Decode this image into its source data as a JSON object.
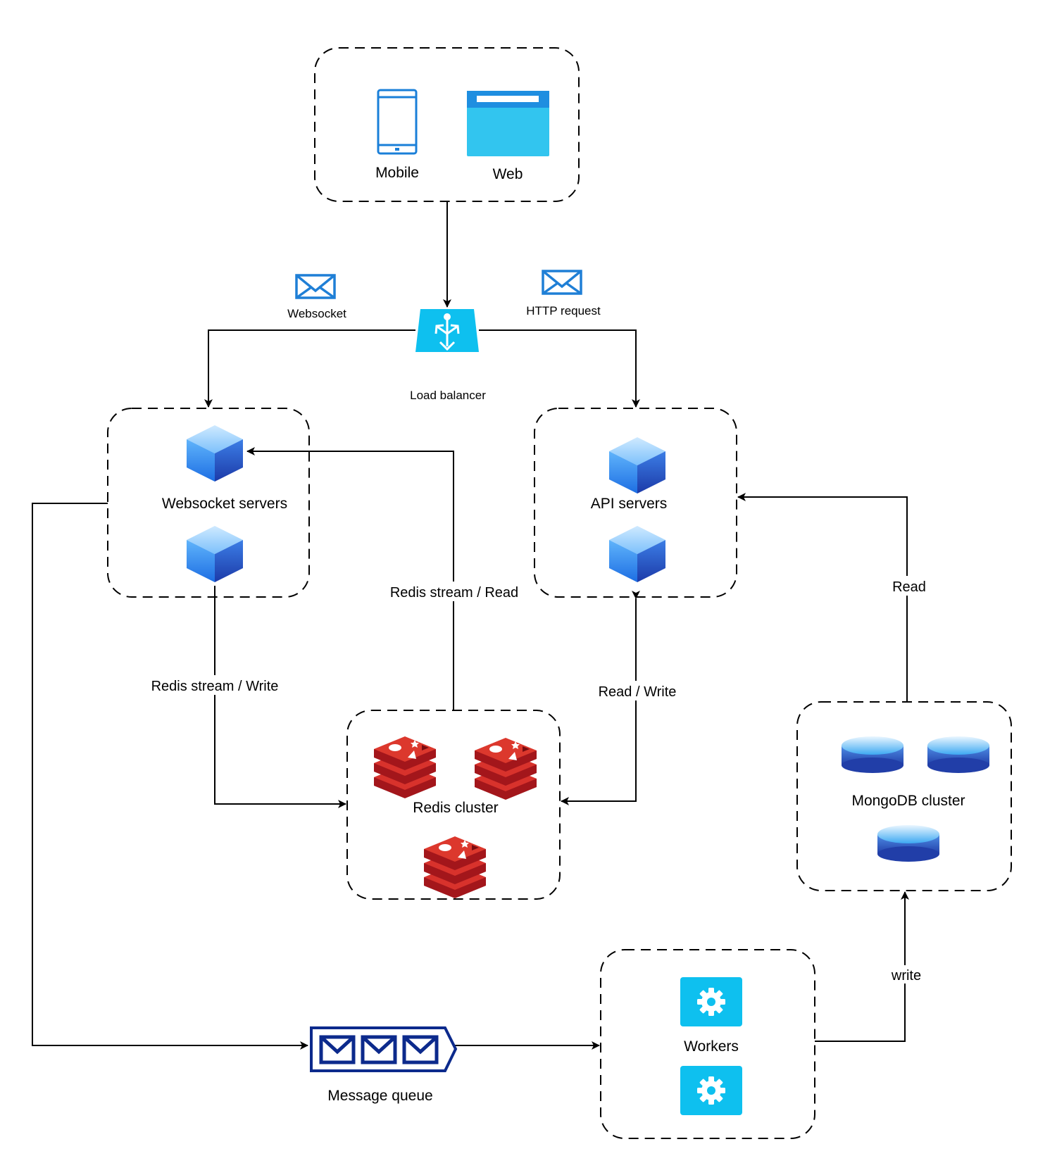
{
  "nodes": {
    "mobile": "Mobile",
    "web": "Web",
    "load_balancer": "Load balancer",
    "websocket_servers": "Websocket servers",
    "api_servers": "API servers",
    "redis_cluster": "Redis cluster",
    "mongodb_cluster": "MongoDB cluster",
    "workers": "Workers",
    "message_queue": "Message queue"
  },
  "edge_labels": {
    "websocket": "Websocket",
    "http_request": "HTTP request",
    "redis_stream_read": "Redis stream / Read",
    "redis_stream_write": "Redis stream / Write",
    "read_write": "Read / Write",
    "read": "Read",
    "write": "write"
  },
  "colors": {
    "server_cube": "#3f8fe6",
    "azure_cyan": "#32c5ef",
    "mobile_blue": "#1a7fd8",
    "mail_blue": "#1f7fd6",
    "redis_red": "#c21f25",
    "mongo_blue": "#3f7fd9",
    "queue_navy": "#0c2a8c",
    "worker_cyan": "#0ec0ef"
  },
  "icons": {
    "mobile": "mobile-phone-icon",
    "web": "browser-window-icon",
    "load_balancer": "load-balancer-icon",
    "mail": "envelope-icon",
    "server": "server-cube-icon",
    "redis": "redis-logo-icon",
    "mongo": "database-disk-icon",
    "worker": "gear-icon",
    "queue": "message-queue-icon"
  }
}
